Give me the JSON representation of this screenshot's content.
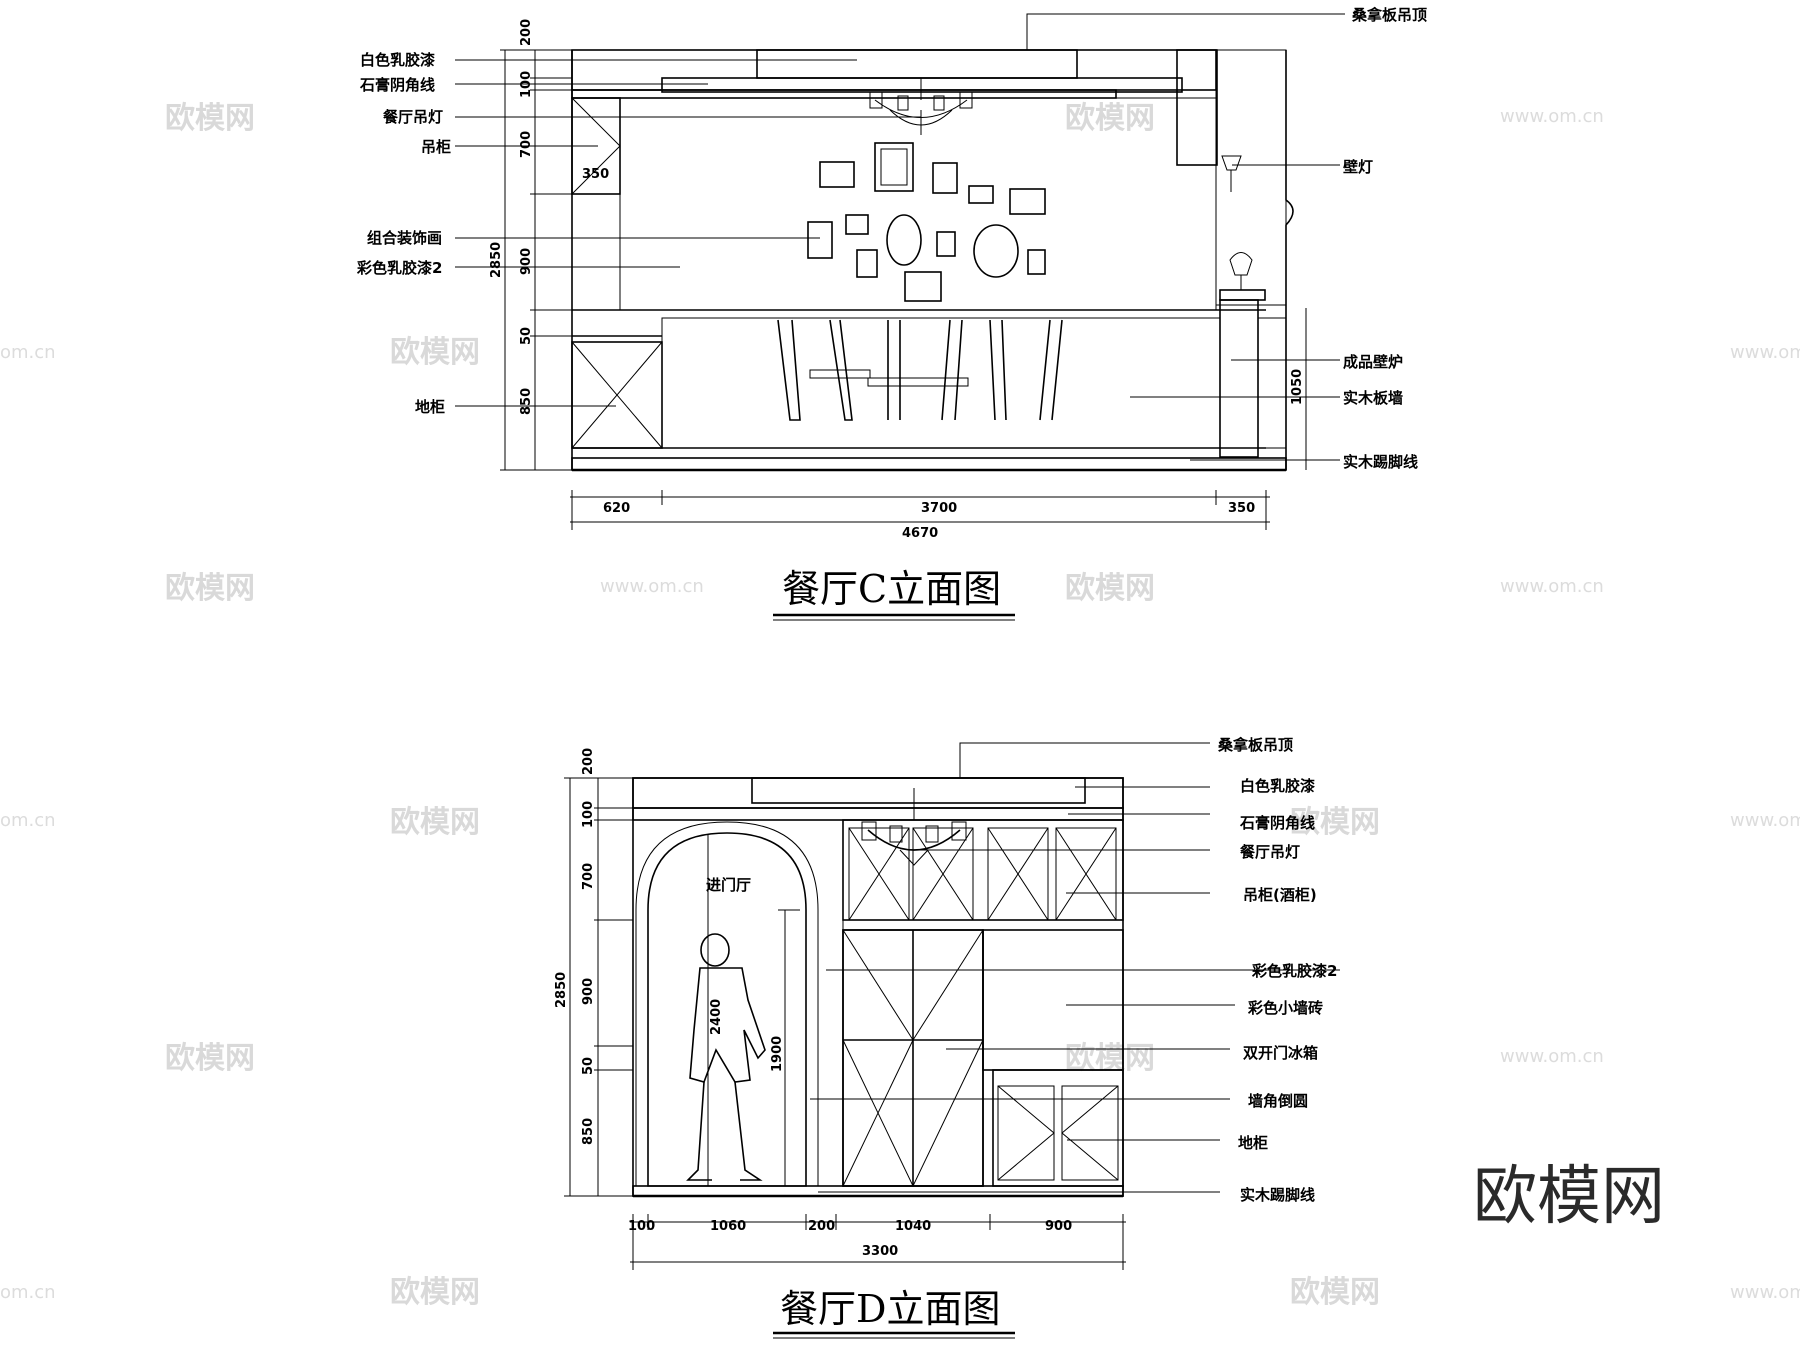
{
  "watermark": {
    "brand": "欧模网",
    "url": "www.om.cn",
    "url_short": "om.cn"
  },
  "elevation_c": {
    "title": "餐厅C立面图",
    "callouts_left": [
      "白色乳胶漆",
      "石膏阴角线",
      "餐厅吊灯",
      "吊柜",
      "组合装饰画",
      "彩色乳胶漆2",
      "地柜"
    ],
    "callouts_right": [
      "桑拿板吊顶",
      "壁灯",
      "成品壁炉",
      "实木板墙",
      "实木踢脚线"
    ],
    "vertical_dims": [
      "200",
      "100",
      "700",
      "900",
      "50",
      "850"
    ],
    "total_height": "2850",
    "right_dim": "1050",
    "inner_dim": "350",
    "horizontal_dims": [
      "620",
      "3700",
      "350"
    ],
    "total_width": "4670"
  },
  "elevation_d": {
    "title": "餐厅D立面图",
    "callouts_right": [
      "桑拿板吊顶",
      "白色乳胶漆",
      "石膏阴角线",
      "餐厅吊灯",
      "吊柜(酒柜)",
      "彩色乳胶漆2",
      "彩色小墙砖",
      "双开门冰箱",
      "墙角倒圆",
      "地柜",
      "实木踢脚线"
    ],
    "room_label": "进门厅",
    "vertical_dims": [
      "200",
      "100",
      "700",
      "900",
      "50",
      "850"
    ],
    "total_height": "2850",
    "arch_height": "2400",
    "door_height": "1900",
    "horizontal_dims": [
      "100",
      "1060",
      "200",
      "1040",
      "900"
    ],
    "total_width": "3300"
  }
}
